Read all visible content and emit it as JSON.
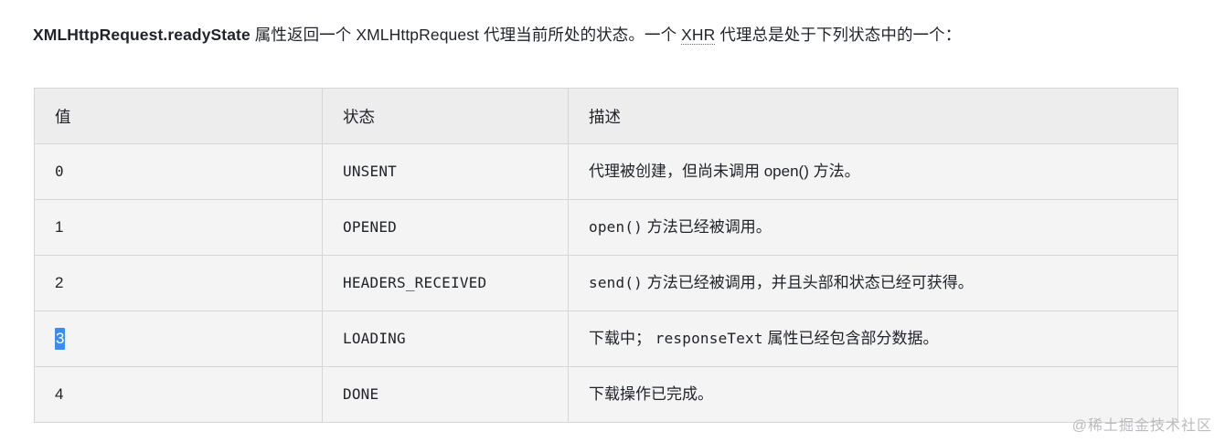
{
  "intro": {
    "prop_name": "XMLHttpRequest.readyState",
    "text_part_1": " 属性返回一个 XMLHttpRequest  代理当前所处的状态。一个 ",
    "abbr": "XHR",
    "text_part_2": " 代理总是处于下列状态中的一个："
  },
  "table": {
    "headers": [
      "值",
      "状态",
      "描述"
    ],
    "rows": [
      {
        "value": "0",
        "value_selected": false,
        "state": "UNSENT",
        "desc_prefix": "代理被创建，但尚未调用 open() 方法。",
        "desc_code": "",
        "desc_suffix": ""
      },
      {
        "value": "1",
        "value_selected": false,
        "state": "OPENED",
        "desc_prefix": "",
        "desc_code": "open()",
        "desc_suffix": " 方法已经被调用。"
      },
      {
        "value": "2",
        "value_selected": false,
        "state": "HEADERS_RECEIVED",
        "desc_prefix": "",
        "desc_code": "send()",
        "desc_suffix": " 方法已经被调用，并且头部和状态已经可获得。"
      },
      {
        "value": "3",
        "value_selected": true,
        "state": "LOADING",
        "desc_prefix": "下载中；  ",
        "desc_code": "responseText",
        "desc_suffix": " 属性已经包含部分数据。"
      },
      {
        "value": "4",
        "value_selected": false,
        "state": "DONE",
        "desc_prefix": "下载操作已完成。",
        "desc_code": "",
        "desc_suffix": ""
      }
    ]
  },
  "watermark": {
    "text": "@稀土掘金技术社区"
  },
  "colors": {
    "selection": "#3b8cf0",
    "cell_bg": "#f4f4f4",
    "header_bg": "#ededed",
    "border": "#d6d6d6",
    "watermark": "#b9bcc0"
  }
}
